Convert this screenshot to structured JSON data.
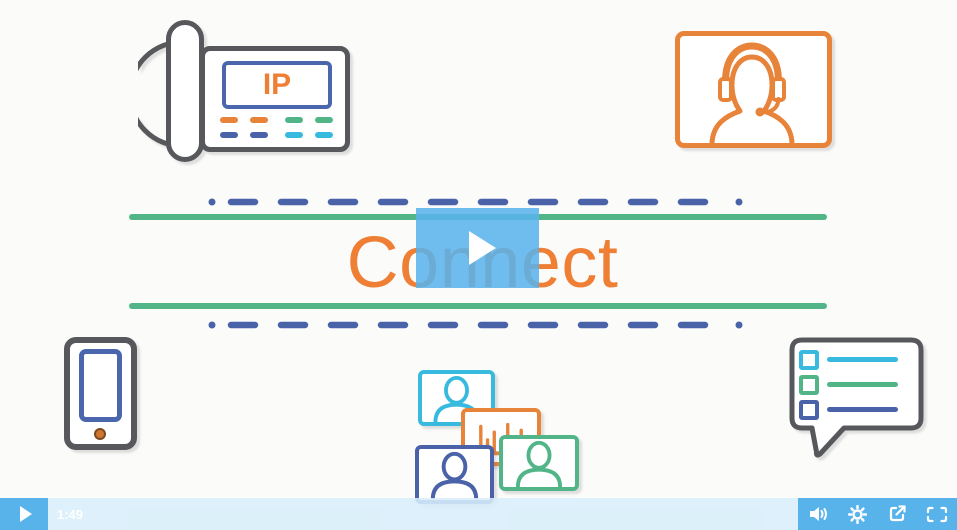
{
  "colors": {
    "bg": "#fbfbfa",
    "orange": "#e8833a",
    "text-orange": "#ef7f35",
    "green": "#52b588",
    "blue": "#4a62a8",
    "cyan": "#38bade",
    "gray": "#57585c",
    "screen-blue": "#4a67ad",
    "player-blue": "#58b3eb",
    "player-light": "#d8eefa"
  },
  "video": {
    "title": "Connect",
    "ip_phone": {
      "screen_label": "IP",
      "button_rows": [
        [
          "orange",
          "orange",
          "green",
          "green"
        ],
        [
          "blue",
          "blue",
          "cyan",
          "cyan"
        ]
      ]
    },
    "illustrations": [
      "ip-desk-phone",
      "support-agent-headset",
      "smartphone",
      "video-conference-tiles",
      "bar-chart-tile",
      "checklist-speech-bubble"
    ],
    "chart_tile_bars": [
      26,
      12,
      20,
      8,
      28,
      14,
      22
    ],
    "overlay": {
      "play_icon": "play-icon"
    }
  },
  "player": {
    "time": "1:49",
    "controls": {
      "play": "play-icon",
      "volume": "volume-icon",
      "settings": "gear-icon",
      "share": "share-icon",
      "fullscreen": "fullscreen-icon"
    }
  }
}
